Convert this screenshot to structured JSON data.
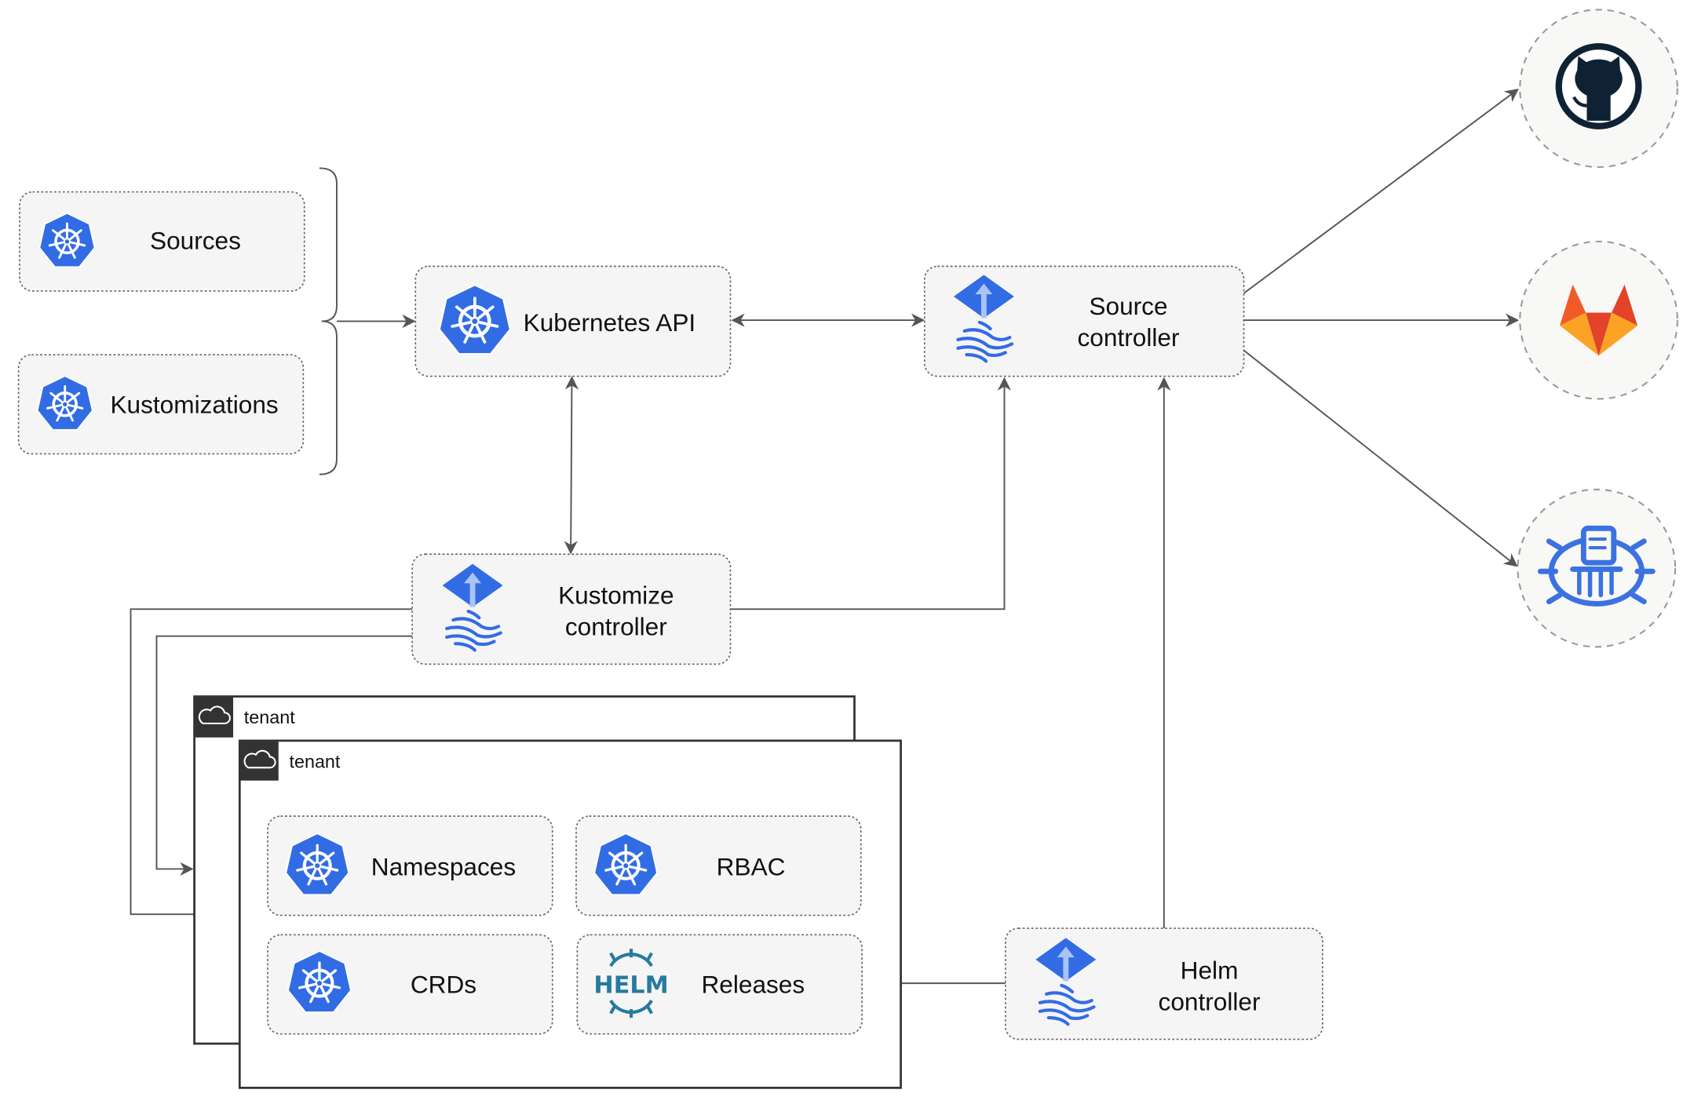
{
  "nodes": {
    "sources": "Sources",
    "kustomizations": "Kustomizations",
    "kubernetes_api": "Kubernetes API",
    "source_controller": [
      "Source",
      "controller"
    ],
    "kustomize_controller": [
      "Kustomize",
      "controller"
    ],
    "helm_controller": [
      "Helm",
      "controller"
    ],
    "namespaces": "Namespaces",
    "rbac": "RBAC",
    "crds": "CRDs",
    "releases": "Releases"
  },
  "tenants": [
    "tenant",
    "tenant"
  ],
  "helm_logo_text": "HELM",
  "external_sources": [
    "github-icon",
    "gitlab-icon",
    "bucket-icon"
  ],
  "colors": {
    "kubernetes_blue": "#326ce5",
    "helm_blue": "#277a9f",
    "gitlab_orange": "#e24329",
    "github_dark": "#0f2233",
    "box_fill": "#f5f5f5"
  }
}
